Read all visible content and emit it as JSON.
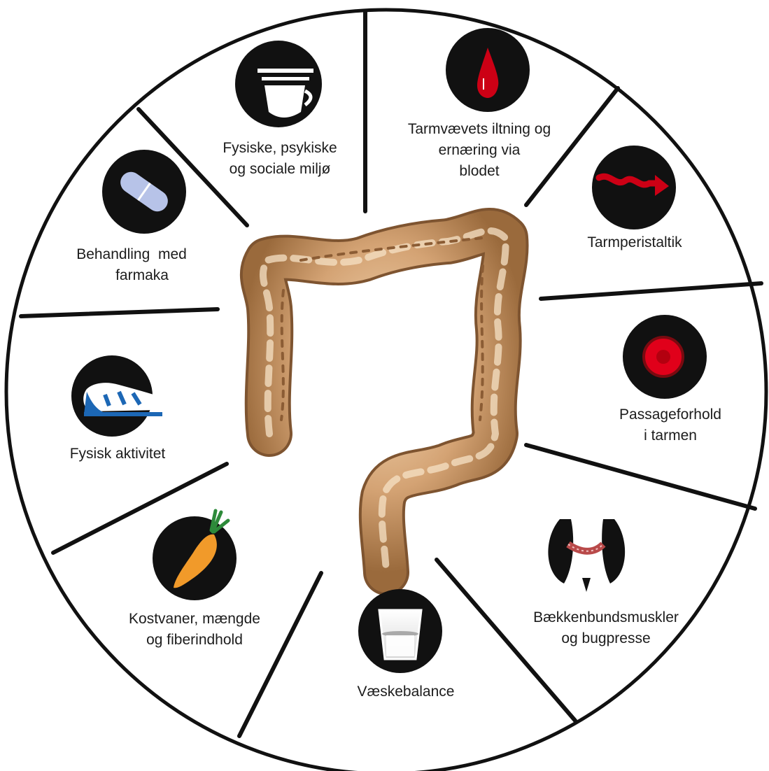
{
  "segments": [
    {
      "id": "miljo",
      "icon": "cup-saucer-icon",
      "lines": [
        "Fysiske, psykiske",
        "og sociale miljø"
      ]
    },
    {
      "id": "blod",
      "icon": "blood-drop-icon",
      "lines": [
        "Tarmvævets iltning og",
        "ernæring via",
        "blodet"
      ]
    },
    {
      "id": "peristaltik",
      "icon": "wave-arrow-icon",
      "lines": [
        "Tarmperistaltik"
      ]
    },
    {
      "id": "passage",
      "icon": "intestine-cross-section-icon",
      "lines": [
        "Passageforhold",
        "i tarmen"
      ]
    },
    {
      "id": "baekkenbund",
      "icon": "pelvic-muscles-icon",
      "lines": [
        "Bækkenbundsmuskler",
        "og bugpresse"
      ]
    },
    {
      "id": "vaeske",
      "icon": "water-glass-icon",
      "lines": [
        "Væskebalance"
      ]
    },
    {
      "id": "kost",
      "icon": "carrot-icon",
      "lines": [
        "Kostvaner, mængde",
        "og fiberindhold"
      ]
    },
    {
      "id": "aktivitet",
      "icon": "running-shoe-icon",
      "lines": [
        "Fysisk aktivitet"
      ]
    },
    {
      "id": "farmaka",
      "icon": "pill-capsule-icon",
      "lines": [
        "Behandling  med",
        "farmaka"
      ]
    }
  ],
  "colors": {
    "outline": "#111111",
    "icon_disc": "#111111",
    "colon_fill": "#c99a6b",
    "colon_shade": "#9a6a3c",
    "accent_red": "#cc0015",
    "accent_blue": "#1c67b5"
  }
}
